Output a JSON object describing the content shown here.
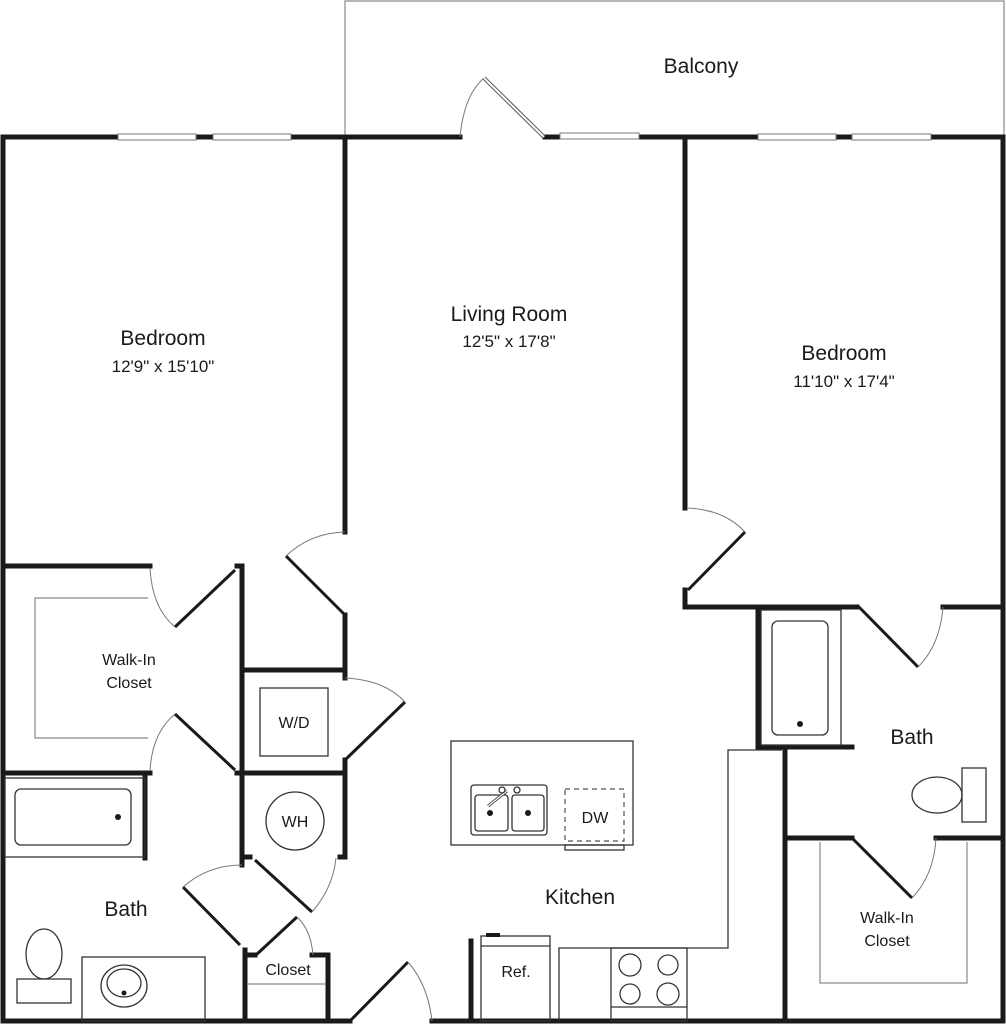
{
  "floorplan": {
    "rooms": {
      "balcony": {
        "name": "Balcony"
      },
      "bedroom_left": {
        "name": "Bedroom",
        "dimensions": "12'9\" x 15'10\""
      },
      "living_room": {
        "name": "Living Room",
        "dimensions": "12'5\" x 17'8\""
      },
      "bedroom_right": {
        "name": "Bedroom",
        "dimensions": "11'10\" x 17'4\""
      },
      "walkin_left": {
        "name_line1": "Walk-In",
        "name_line2": "Closet"
      },
      "walkin_right": {
        "name_line1": "Walk-In",
        "name_line2": "Closet"
      },
      "bath_left": {
        "name": "Bath"
      },
      "bath_right": {
        "name": "Bath"
      },
      "kitchen": {
        "name": "Kitchen"
      },
      "closet": {
        "name": "Closet"
      }
    },
    "fixtures": {
      "washer_dryer": "W/D",
      "water_heater": "WH",
      "dishwasher": "DW",
      "refrigerator": "Ref."
    }
  }
}
